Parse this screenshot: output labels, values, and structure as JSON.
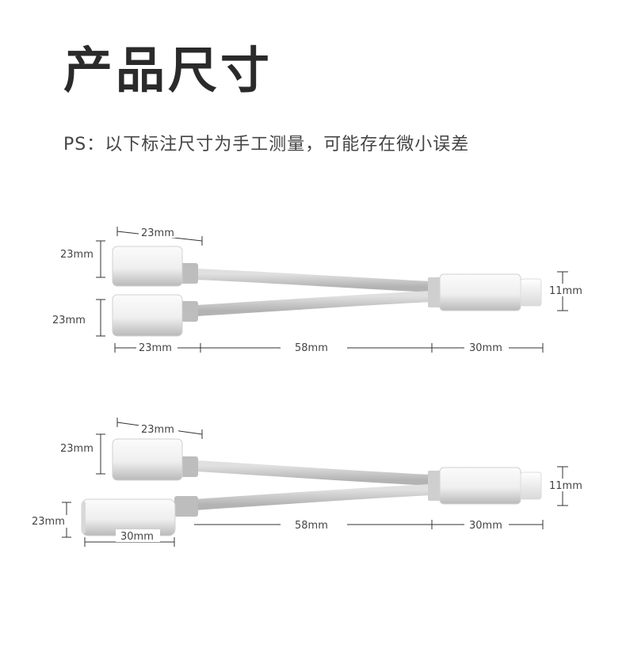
{
  "header": {
    "title": "产品尺寸",
    "subtitle": "PS：以下标注尺寸为手工测量，可能存在微小误差"
  },
  "diagram_top": {
    "plug_a_width": "23mm",
    "plug_a_height": "23mm",
    "plug_b_height": "23mm",
    "bottom_left": "23mm",
    "bottom_mid": "58mm",
    "bottom_right": "30mm",
    "lightning_height": "11mm"
  },
  "diagram_bottom": {
    "plug_a_width": "23mm",
    "plug_a_height": "23mm",
    "jack_height": "23mm",
    "jack_width": "30mm",
    "bottom_mid": "58mm",
    "bottom_right": "30mm",
    "lightning_height": "11mm"
  },
  "colors": {
    "cable": "#c9c9c9",
    "metal_light": "#f7f7f7",
    "metal_dark": "#b5b5b5"
  }
}
